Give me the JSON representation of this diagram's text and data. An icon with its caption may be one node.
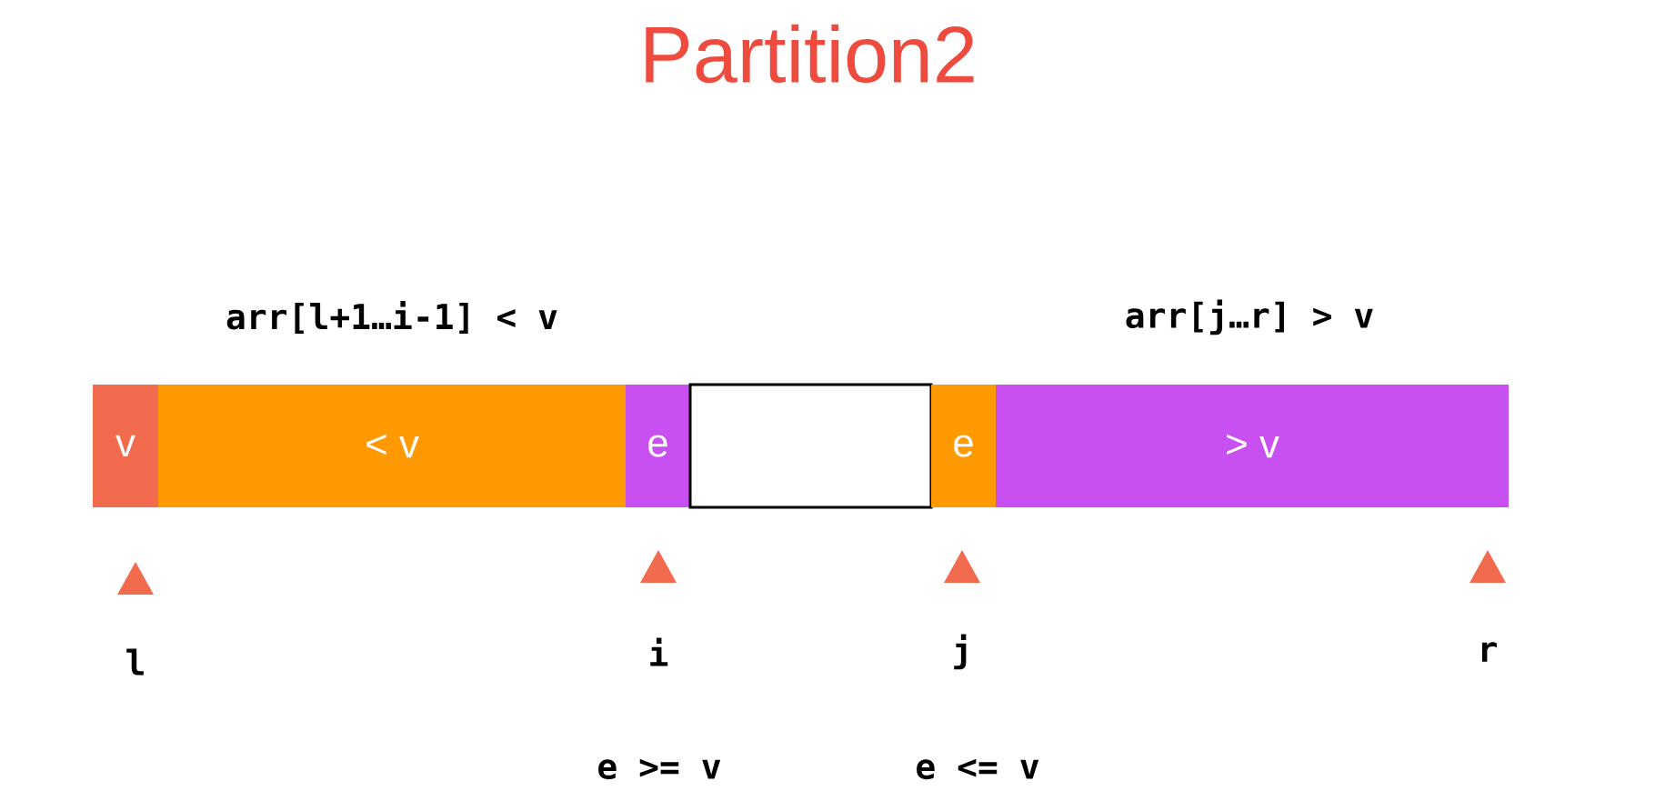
{
  "diagram": {
    "title": "Partition2",
    "nodes": [
      {
        "text": [
          "v"
        ]
      },
      {
        "text": [
          "< v"
        ]
      },
      {
        "text": [
          "e"
        ]
      },
      {
        "text": [],
        "shape": "box"
      },
      {
        "text": [
          "e"
        ]
      },
      {
        "text": [
          "> v"
        ]
      }
    ],
    "labels": [
      "arr[l+1…i-1] < v",
      "arr[j…r] > v",
      "l",
      "i",
      "j",
      "r",
      "e >= v",
      "e <= v"
    ]
  }
}
